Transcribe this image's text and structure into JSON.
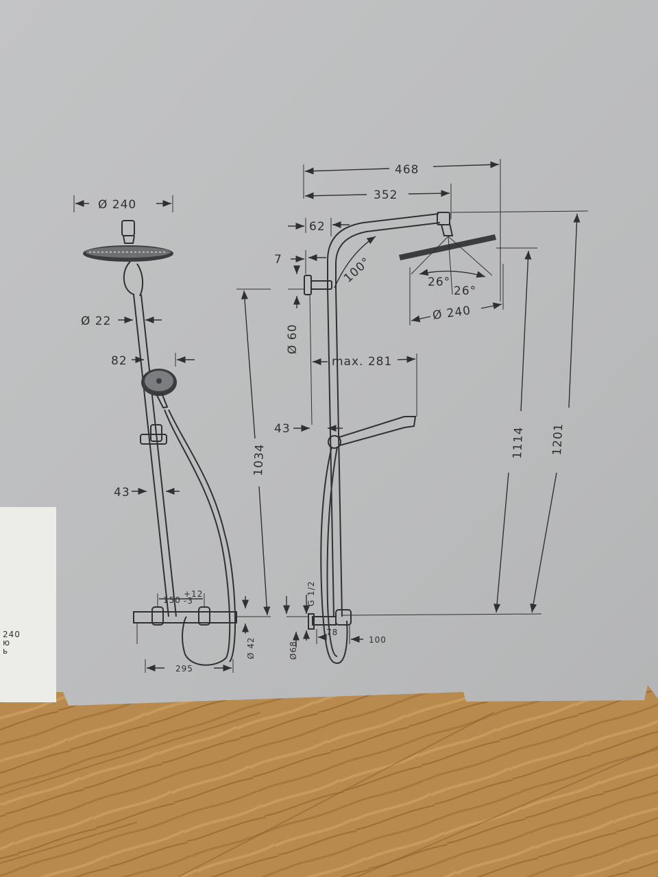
{
  "scene": {
    "box_color": "#bdbebf",
    "floor_color": "#b98a4e",
    "ink_color": "#2e3033"
  },
  "front_view": {
    "head_diameter": "Ø 240",
    "pipe_diameter": "Ø 22",
    "hand_shower_width": "82",
    "rail_offset": "43",
    "mixer_spacing": "150",
    "mixer_spacing_tolerance": "+12",
    "mixer_spacing_tolerance_low": "-3",
    "mixer_width": "295",
    "outlet_height": "Ø 42",
    "total_rail_height": "1034"
  },
  "side_view": {
    "overall_width": "468",
    "arm_length": "352",
    "top_offset": "62",
    "bracket_offset": "7",
    "bend_angle": "100°",
    "head_angle_left": "26°",
    "head_angle_right": "26°",
    "head_diameter": "Ø 240",
    "bracket_diameter": "Ø 60",
    "max_reach": "max. 281",
    "rail_offset": "43",
    "thread": "G 1/2",
    "outlet_diameter": "Ø68",
    "mixer_depth": "78",
    "mixer_projection": "100",
    "head_height": "1114",
    "total_height": "1201"
  },
  "side_label": {
    "line1": "240",
    "line2": "ю",
    "line3": "ь"
  }
}
